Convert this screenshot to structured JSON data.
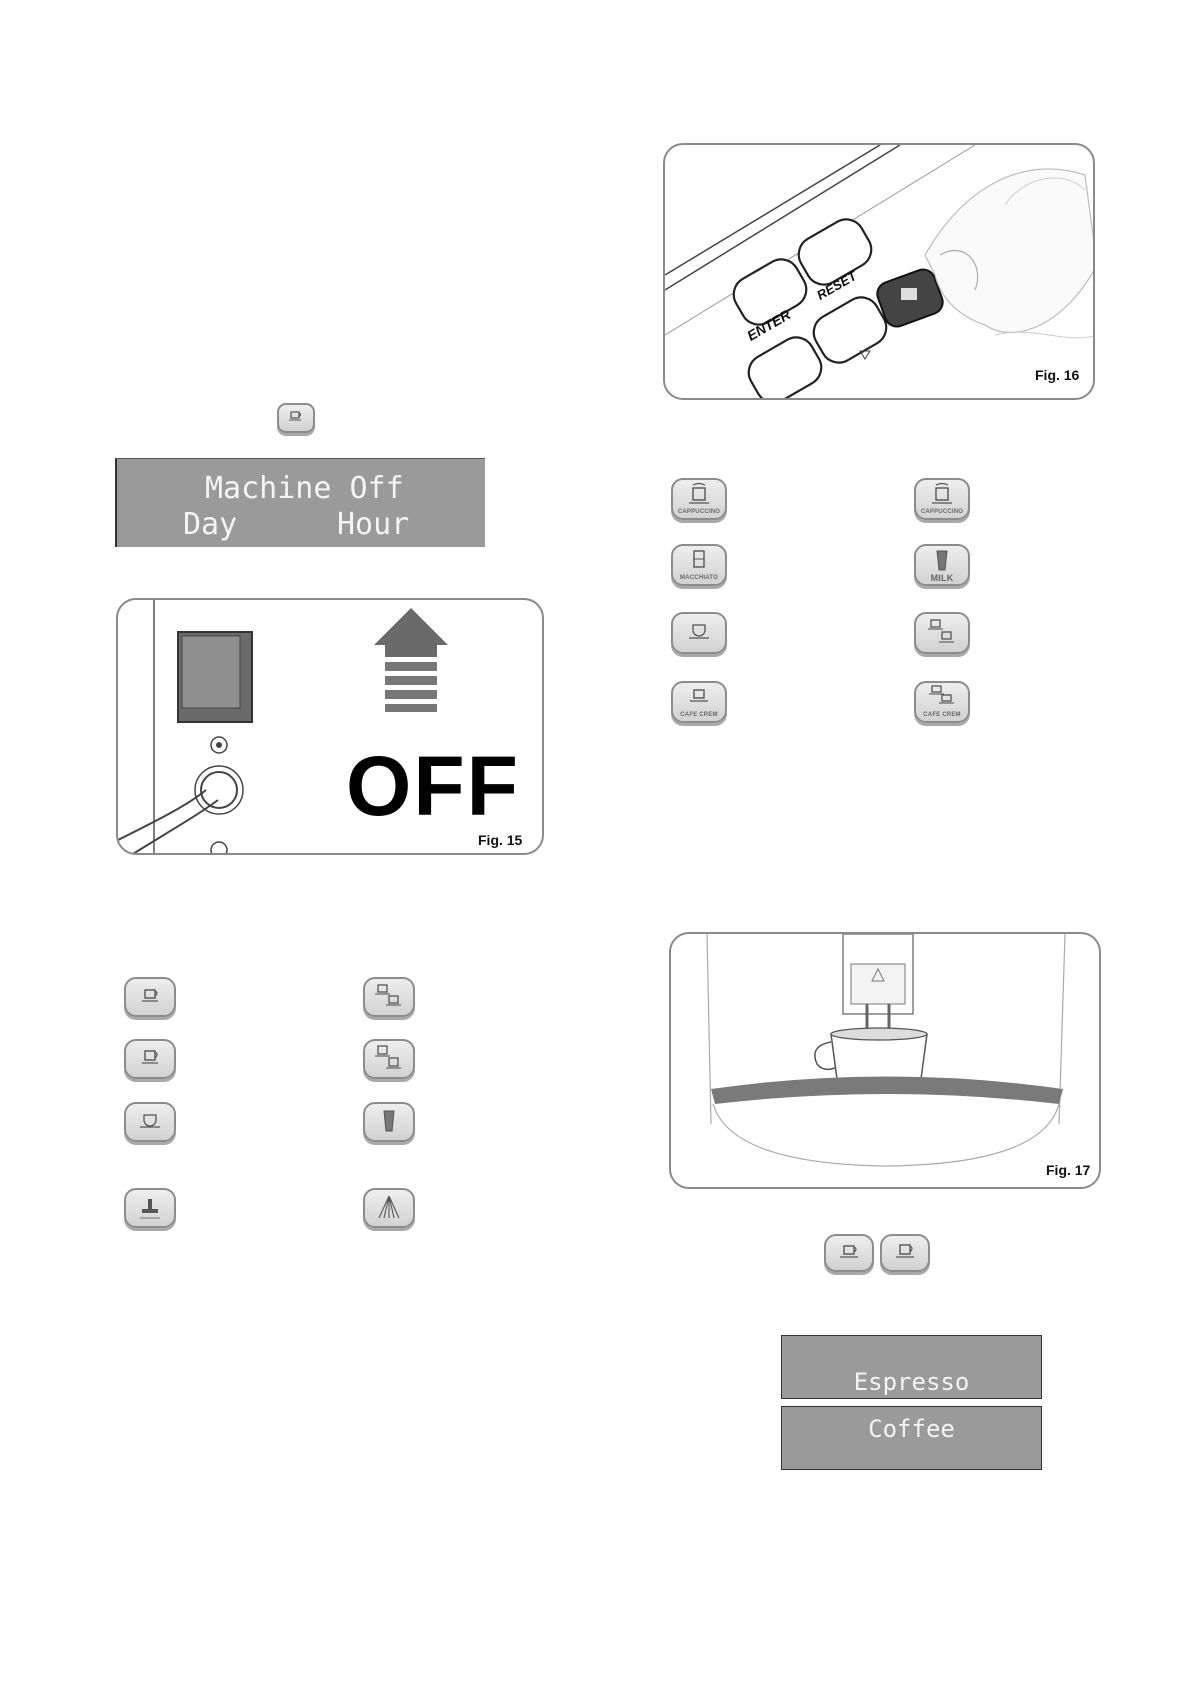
{
  "display_machine_off": {
    "line1": "Machine Off",
    "line2_left": "Day",
    "line2_right": "Hour"
  },
  "fig15": {
    "label": "Fig. 15",
    "off_text": "OFF"
  },
  "fig16": {
    "label": "Fig. 16",
    "enter_label": "ENTER",
    "reset_label": "RESET"
  },
  "fig17": {
    "label": "Fig. 17"
  },
  "buttons_right": {
    "cappuccino_label": "CAPPUCCINO",
    "cappuccino_double_label": "CAPPUCCINO",
    "macchiato_label": "MACCHIATO",
    "milk_label": "MILK",
    "cafe_crem_label": "CAFE CREM",
    "cafe_crem_double_label": "CAFE CREM"
  },
  "display_espresso": {
    "text": "Espresso"
  },
  "display_coffee": {
    "text": "Coffee"
  }
}
